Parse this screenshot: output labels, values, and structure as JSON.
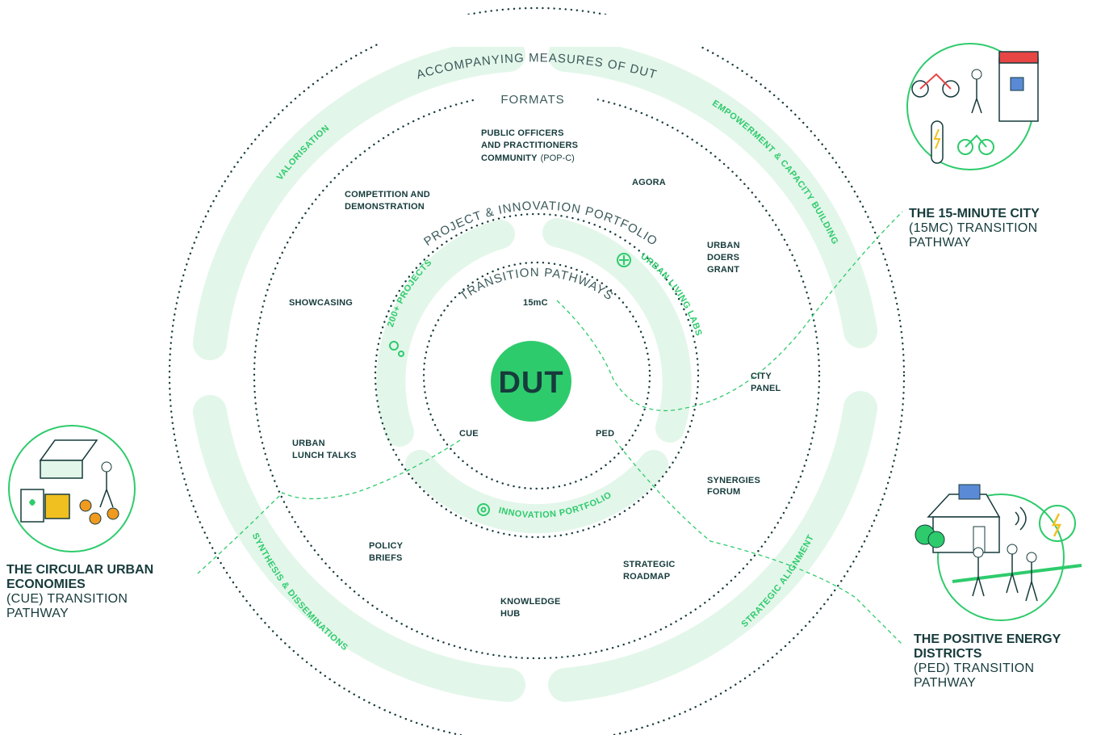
{
  "rings": {
    "accompanying": "ACCOMPANYING MEASURES OF DUT",
    "formats": "FORMATS",
    "portfolio": "PROJECT & INNOVATION PORTFOLIO",
    "pathways": "TRANSITION PATHWAYS"
  },
  "outer_arcs": {
    "valorisation": "VALORISATION",
    "empowerment": "EMPOWERMENT & CAPACITY BUILDING",
    "synthesis": "SYNTHESIS & DISSEMINATIONS",
    "strategic_alignment": "STRATEGIC ALIGNMENT"
  },
  "portfolio_arcs": {
    "projects": "200+ PROJECTS",
    "living_labs": "URBAN LIVING LABS",
    "innovation": "INNOVATION PORTFOLIO"
  },
  "center": {
    "logo": "DUT"
  },
  "pathways": {
    "mc15": "15mC",
    "cue": "CUE",
    "ped": "PED"
  },
  "formats": {
    "popc_line1": "PUBLIC OFFICERS",
    "popc_line2": "AND PRACTITIONERS",
    "popc_line3": "COMMUNITY",
    "popc_suffix": "(POP-C)",
    "agora": "AGORA",
    "competition_line1": "COMPETITION AND",
    "competition_line2": "DEMONSTRATION",
    "doers_line1": "URBAN",
    "doers_line2": "DOERS",
    "doers_line3": "GRANT",
    "showcasing": "SHOWCASING",
    "city_panel_line1": "CITY",
    "city_panel_line2": "PANEL",
    "lunch_line1": "URBAN",
    "lunch_line2": "LUNCH TALKS",
    "synergies_line1": "SYNERGIES",
    "synergies_line2": "FORUM",
    "policy_line1": "POLICY",
    "policy_line2": "BRIEFS",
    "roadmap_line1": "STRATEGIC",
    "roadmap_line2": "ROADMAP",
    "hub_line1": "KNOWLEDGE",
    "hub_line2": "HUB"
  },
  "side_panels": {
    "mc15": {
      "title": "THE 15-MINUTE CITY",
      "sub1": "(15MC) TRANSITION",
      "sub2": "PATHWAY"
    },
    "cue": {
      "title1": "THE CIRCULAR URBAN",
      "title2": "ECONOMIES",
      "sub1": "(CUE) TRANSITION",
      "sub2": "PATHWAY"
    },
    "ped": {
      "title1": "THE POSITIVE ENERGY",
      "title2": "DISTRICTS",
      "sub1": "(PED) TRANSITION",
      "sub2": "PATHWAY"
    }
  },
  "colors": {
    "green": "#2ecb6c",
    "light_green": "#e3f6ea",
    "dark": "#173b3c"
  }
}
